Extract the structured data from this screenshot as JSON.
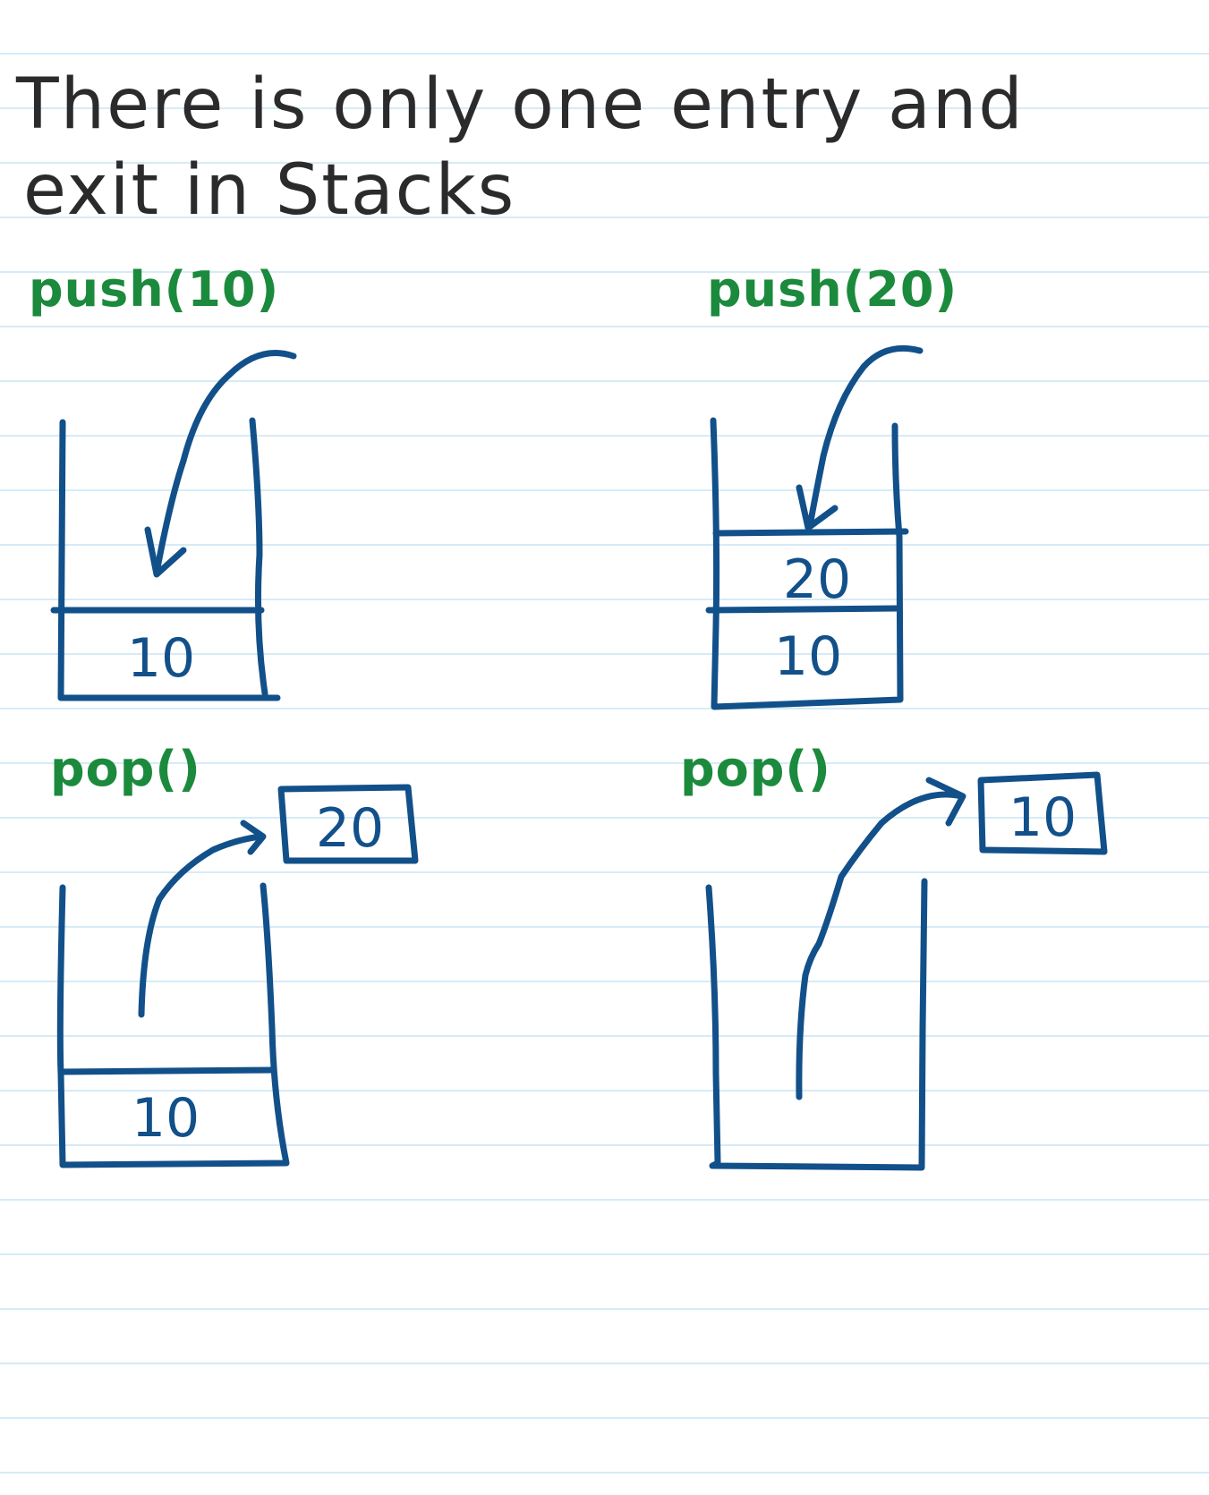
{
  "title": {
    "line1": "There is only one entry and",
    "line2": "exit in Stacks"
  },
  "panels": [
    {
      "operation": "push(10)",
      "stack_values": [
        "10"
      ]
    },
    {
      "operation": "push(20)",
      "stack_values": [
        "20",
        "10"
      ]
    },
    {
      "operation": "pop()",
      "stack_values": [
        "10"
      ],
      "popped": "20"
    },
    {
      "operation": "pop()",
      "stack_values": [],
      "popped": "10"
    }
  ],
  "colors": {
    "title": "#2b2b2b",
    "operation": "#1b8a3c",
    "drawing": "#12508a",
    "ruled_lines": "#d6ebf7"
  }
}
